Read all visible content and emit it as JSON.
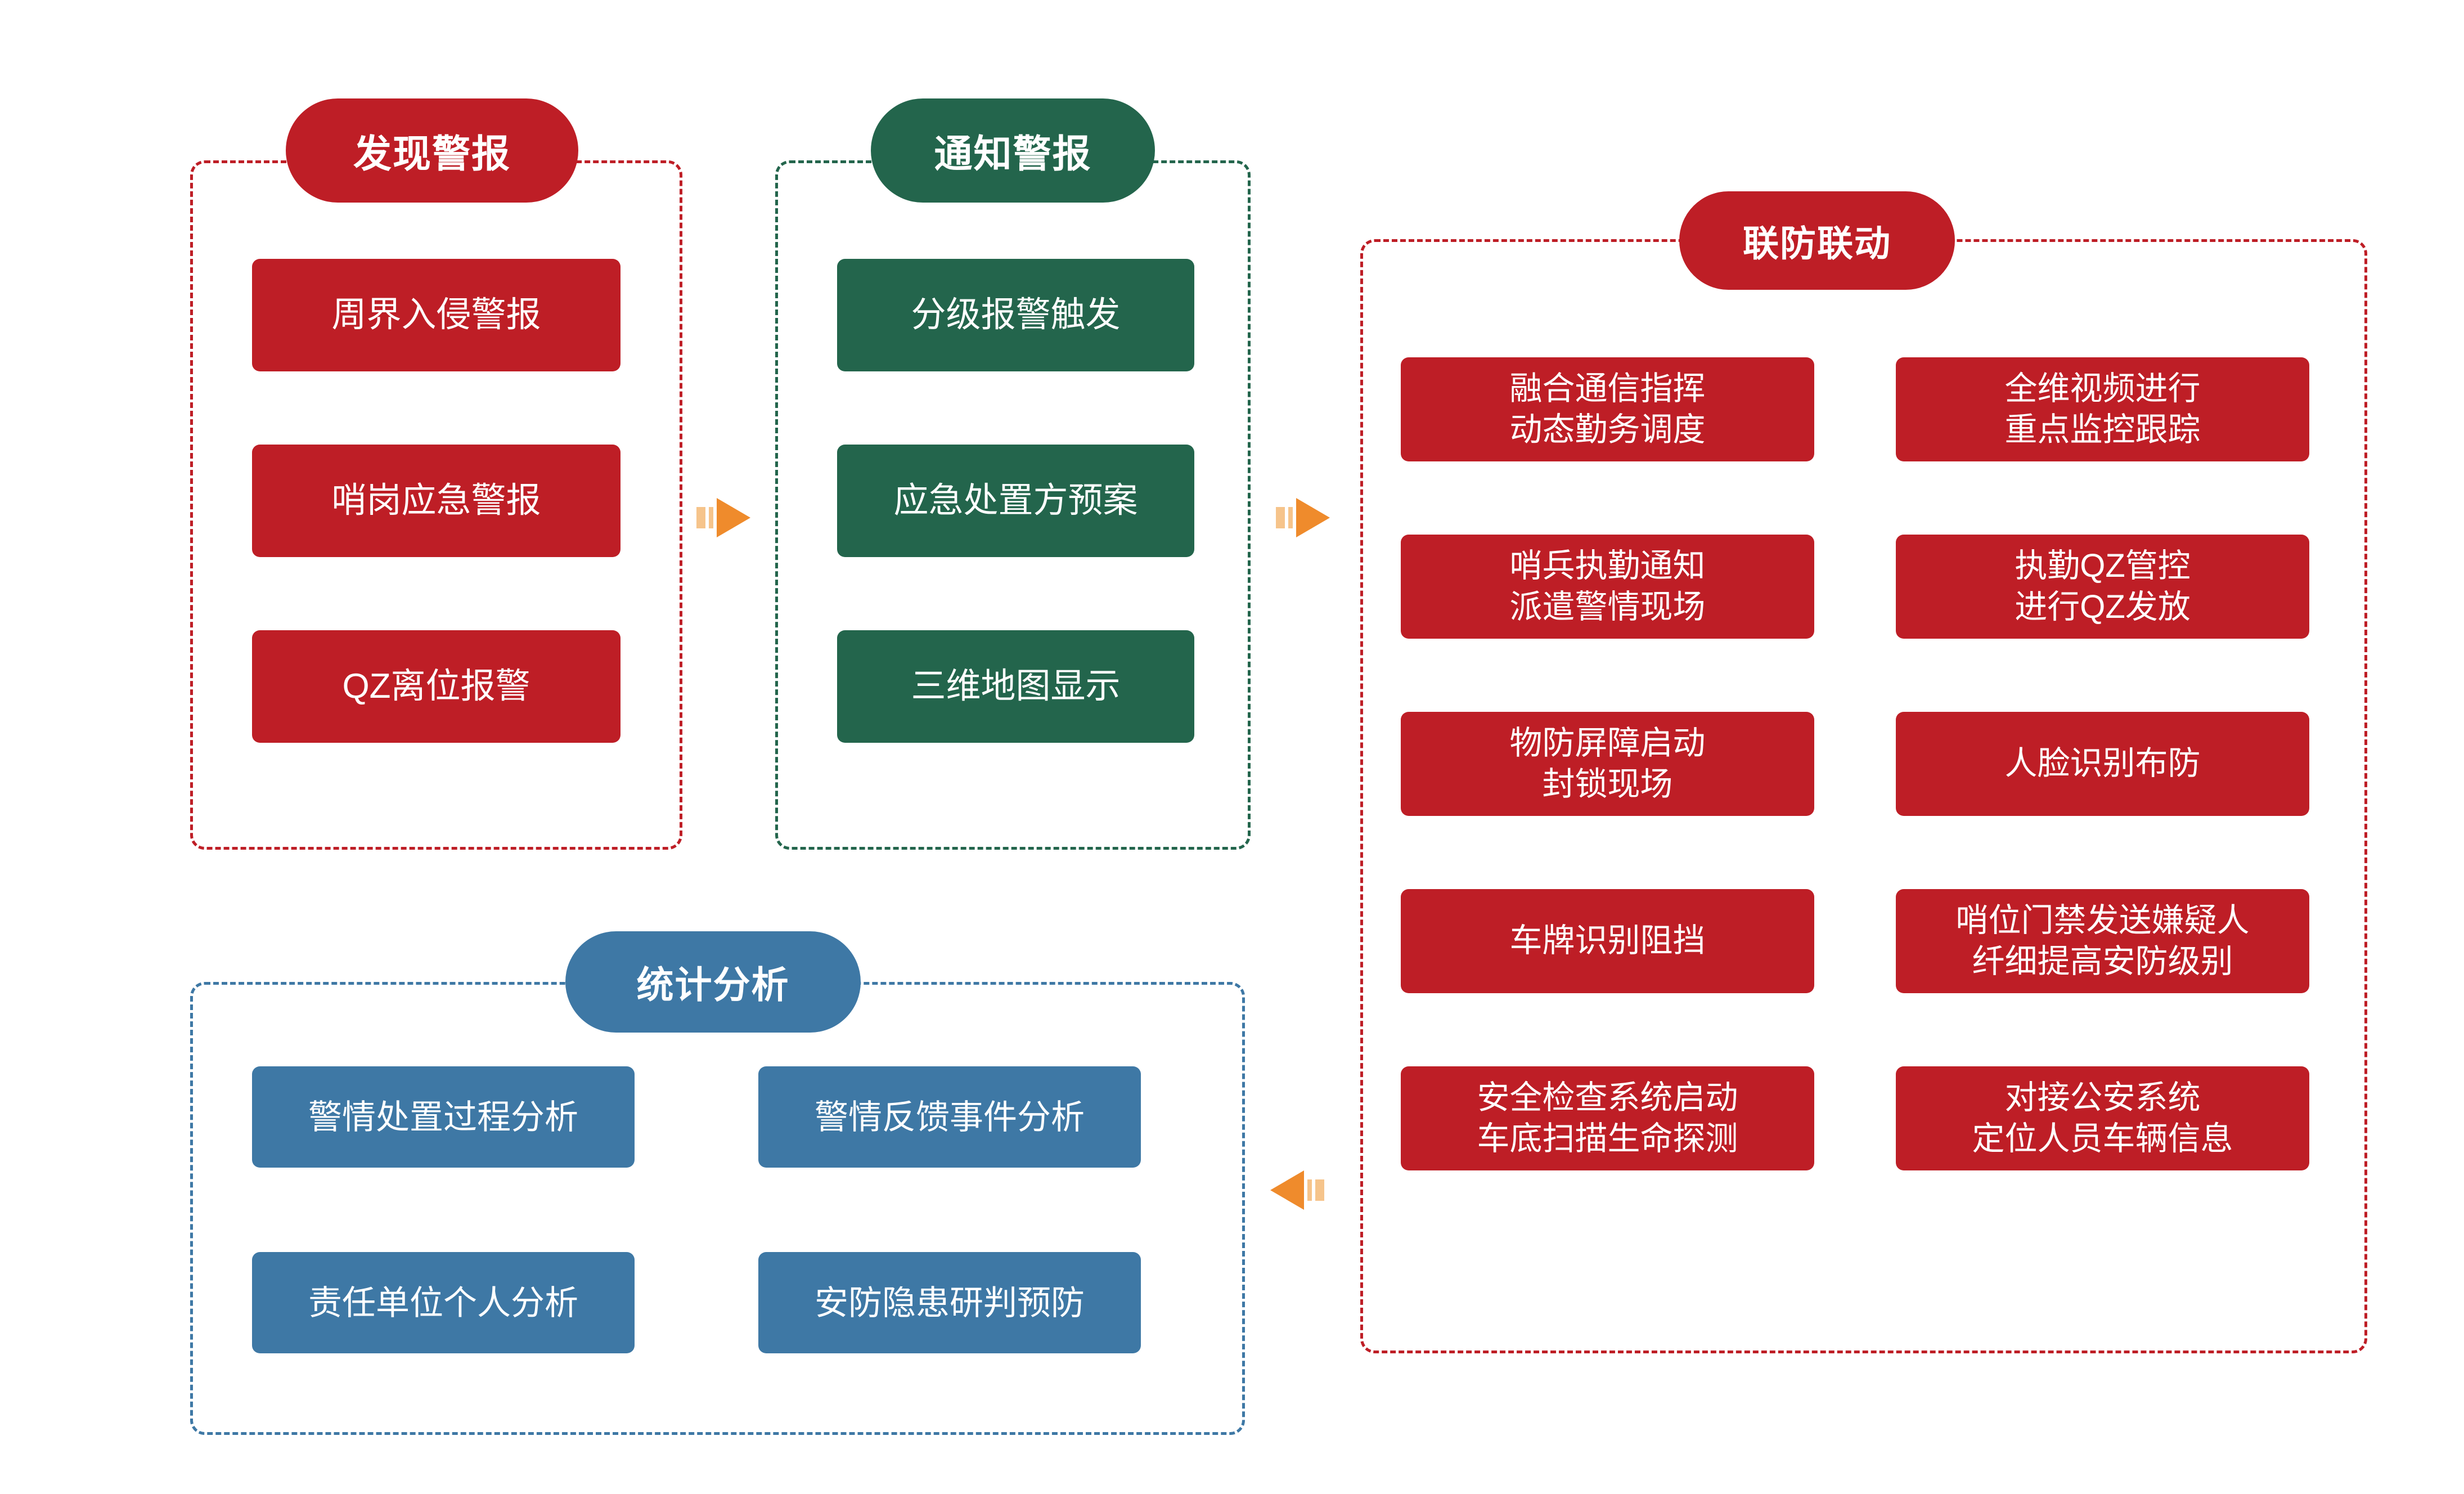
{
  "diagram": {
    "title_hidden": "",
    "colors": {
      "red": "#BE1E26",
      "green": "#23654C",
      "blue": "#3E78A5",
      "arrow_orange": "#EF8B2C",
      "arrow_orange_light": "#F6C48B",
      "background": "#FFFFFF"
    }
  },
  "groups": {
    "discover_alarm": {
      "title": "发现警报",
      "color": "red",
      "items": [
        {
          "label": "周界入侵警报"
        },
        {
          "label": "哨岗应急警报"
        },
        {
          "label": "QZ离位报警"
        }
      ]
    },
    "notify_alarm": {
      "title": "通知警报",
      "color": "green",
      "items": [
        {
          "label": "分级报警触发"
        },
        {
          "label": "应急处置方预案"
        },
        {
          "label": "三维地图显示"
        }
      ]
    },
    "joint_defense": {
      "title": "联防联动",
      "color": "red",
      "left_items": [
        {
          "label": "融合通信指挥\n动态勤务调度"
        },
        {
          "label": "哨兵执勤通知\n派遣警情现场"
        },
        {
          "label": "物防屏障启动\n封锁现场"
        },
        {
          "label": "车牌识别阻挡"
        },
        {
          "label": "安全检查系统启动\n车底扫描生命探测"
        }
      ],
      "right_items": [
        {
          "label": "全维视频进行\n重点监控跟踪"
        },
        {
          "label": "执勤QZ管控\n进行QZ发放"
        },
        {
          "label": "人脸识别布防"
        },
        {
          "label": "哨位门禁发送嫌疑人\n纤细提高安防级别"
        },
        {
          "label": "对接公安系统\n定位人员车辆信息"
        }
      ]
    },
    "statistics": {
      "title": "统计分析",
      "color": "blue",
      "items": [
        {
          "label": "警情处置过程分析"
        },
        {
          "label": "警情反馈事件分析"
        },
        {
          "label": "责任单位个人分析"
        },
        {
          "label": "安防隐患研判预防"
        }
      ]
    }
  },
  "connectors": [
    {
      "name": "discover-to-notify",
      "direction": "right"
    },
    {
      "name": "notify-to-joint",
      "direction": "right"
    },
    {
      "name": "joint-to-statistics",
      "direction": "left"
    }
  ]
}
